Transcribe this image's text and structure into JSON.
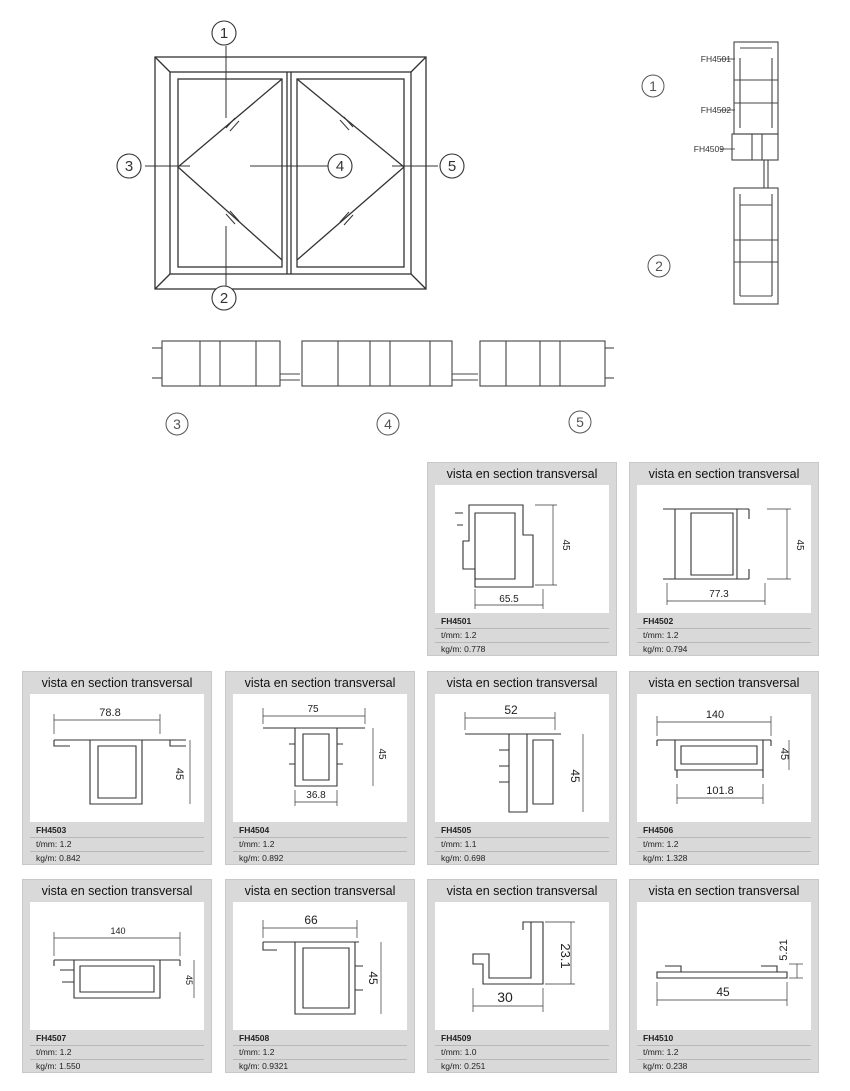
{
  "window_diagram": {
    "markers": [
      "1",
      "2",
      "3",
      "4",
      "5"
    ]
  },
  "vertical_section": {
    "labels": [
      "FH4501",
      "FH4502",
      "FH4509"
    ],
    "markers": [
      "1",
      "2"
    ]
  },
  "horizontal_section": {
    "markers": [
      "3",
      "4",
      "5"
    ]
  },
  "profile_cards": [
    {
      "title": "vista en section transversal",
      "code": "FH4501",
      "t_label": "t/mm: 1.2",
      "kg_label": "kg/m: 0.778",
      "dims": [
        "65.5",
        "45"
      ]
    },
    {
      "title": "vista en section transversal",
      "code": "FH4502",
      "t_label": "t/mm: 1.2",
      "kg_label": "kg/m: 0.794",
      "dims": [
        "77.3",
        "45"
      ]
    },
    {
      "title": "vista en section transversal",
      "code": "FH4503",
      "t_label": "t/mm: 1.2",
      "kg_label": "kg/m: 0.842",
      "dims": [
        "78.8",
        "45"
      ]
    },
    {
      "title": "vista en section transversal",
      "code": "FH4504",
      "t_label": "t/mm: 1.2",
      "kg_label": "kg/m: 0.892",
      "dims": [
        "75",
        "45",
        "36.8"
      ]
    },
    {
      "title": "vista en section transversal",
      "code": "FH4505",
      "t_label": "t/mm: 1.1",
      "kg_label": "kg/m: 0.698",
      "dims": [
        "52",
        "45"
      ]
    },
    {
      "title": "vista en section transversal",
      "code": "FH4506",
      "t_label": "t/mm: 1.2",
      "kg_label": "kg/m: 1.328",
      "dims": [
        "140",
        "45",
        "101.8"
      ]
    },
    {
      "title": "vista en section transversal",
      "code": "FH4507",
      "t_label": "t/mm: 1.2",
      "kg_label": "kg/m: 1.550",
      "dims": [
        "140",
        "45"
      ]
    },
    {
      "title": "vista en section transversal",
      "code": "FH4508",
      "t_label": "t/mm: 1.2",
      "kg_label": "kg/m: 0.9321",
      "dims": [
        "66",
        "45"
      ]
    },
    {
      "title": "vista en section transversal",
      "code": "FH4509",
      "t_label": "t/mm: 1.0",
      "kg_label": "kg/m: 0.251",
      "dims": [
        "30",
        "23.1"
      ]
    },
    {
      "title": "vista en section transversal",
      "code": "FH4510",
      "t_label": "t/mm: 1.2",
      "kg_label": "kg/m: 0.238",
      "dims": [
        "45",
        "5.21"
      ]
    }
  ]
}
